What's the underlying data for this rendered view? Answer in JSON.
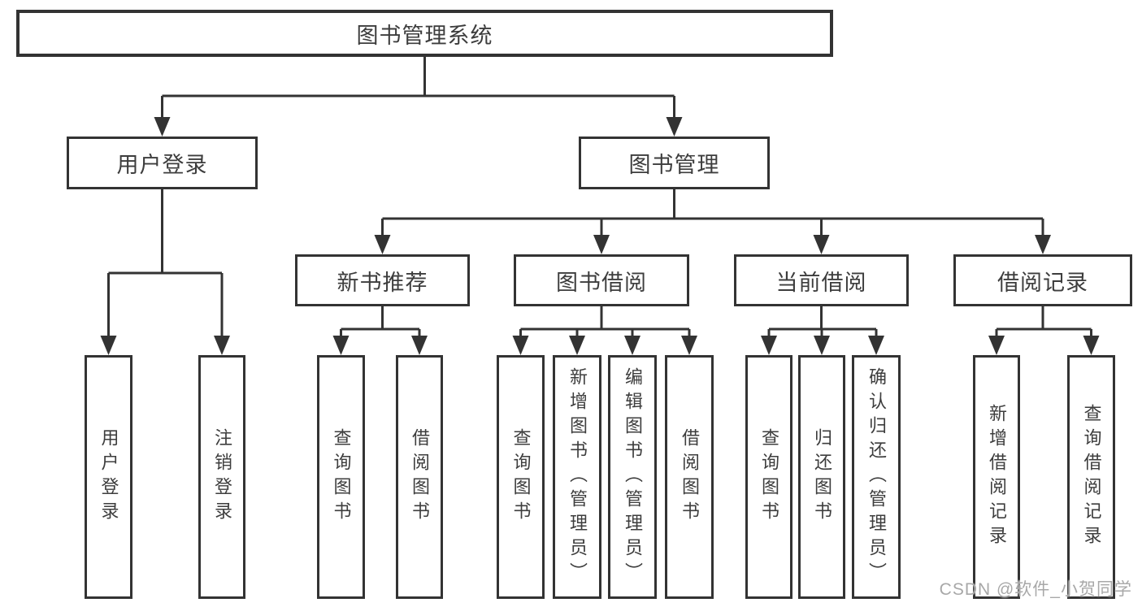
{
  "root": {
    "label": "图书管理系统"
  },
  "branches": {
    "user_login": {
      "label": "用户登录",
      "children": [
        "用户登录",
        "注销登录"
      ]
    },
    "book_mgmt": {
      "label": "图书管理",
      "children": [
        {
          "label": "新书推荐",
          "children": [
            "查询图书",
            "借阅图书"
          ]
        },
        {
          "label": "图书借阅",
          "children": [
            "查询图书",
            "新增图书（管理员）",
            "编辑图书（管理员）",
            "借阅图书"
          ]
        },
        {
          "label": "当前借阅",
          "children": [
            "查询图书",
            "归还图书",
            "确认归还（管理员）"
          ]
        },
        {
          "label": "借阅记录",
          "children": [
            "新增借阅记录",
            "查询借阅记录"
          ]
        }
      ]
    }
  },
  "watermark": "CSDN @软件_小贺同学",
  "colors": {
    "line": "#333333",
    "text": "#3d3d3d",
    "watermark_text": "#a8a8a8",
    "background": "#ffffff"
  }
}
